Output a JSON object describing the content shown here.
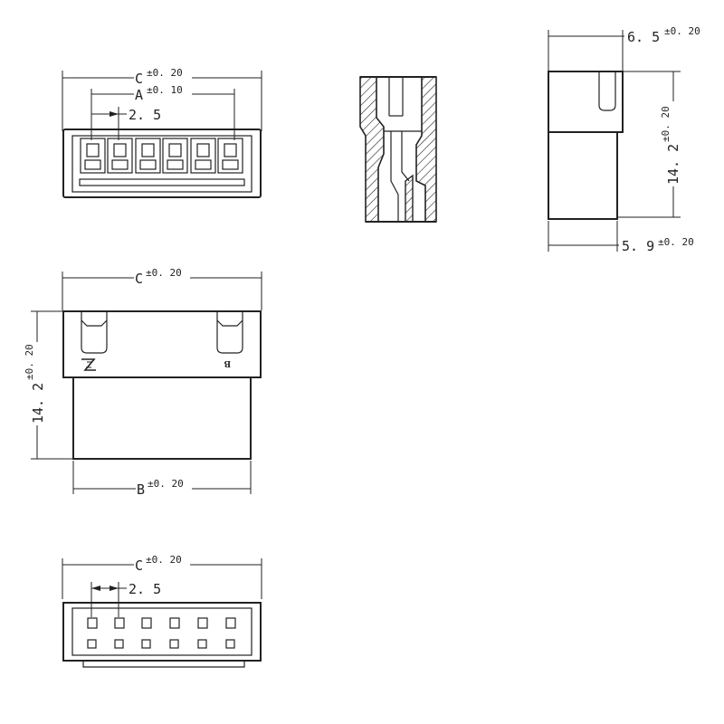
{
  "front_view": {
    "dim_c": "C",
    "dim_c_tol": "±0. 20",
    "dim_a": "A",
    "dim_a_tol": "±0. 10",
    "dim_pitch": "2. 5"
  },
  "right_view": {
    "dim_top": "6. 5",
    "dim_top_tol": "±0. 20",
    "dim_height": "14. 2",
    "dim_height_tol": "±0. 20",
    "dim_bottom": "5. 9",
    "dim_bottom_tol": "±0. 20"
  },
  "middle_view": {
    "dim_c": "C",
    "dim_c_tol": "±0. 20",
    "dim_height": "14. 2",
    "dim_height_tol": "±0. 20",
    "dim_b": "B",
    "dim_b_tol": "±0. 20",
    "body_marking": "B"
  },
  "bottom_view": {
    "dim_c": "C",
    "dim_c_tol": "±0. 20",
    "dim_pitch": "2. 5"
  },
  "icons": {
    "logo": "manufacturer-logo"
  }
}
